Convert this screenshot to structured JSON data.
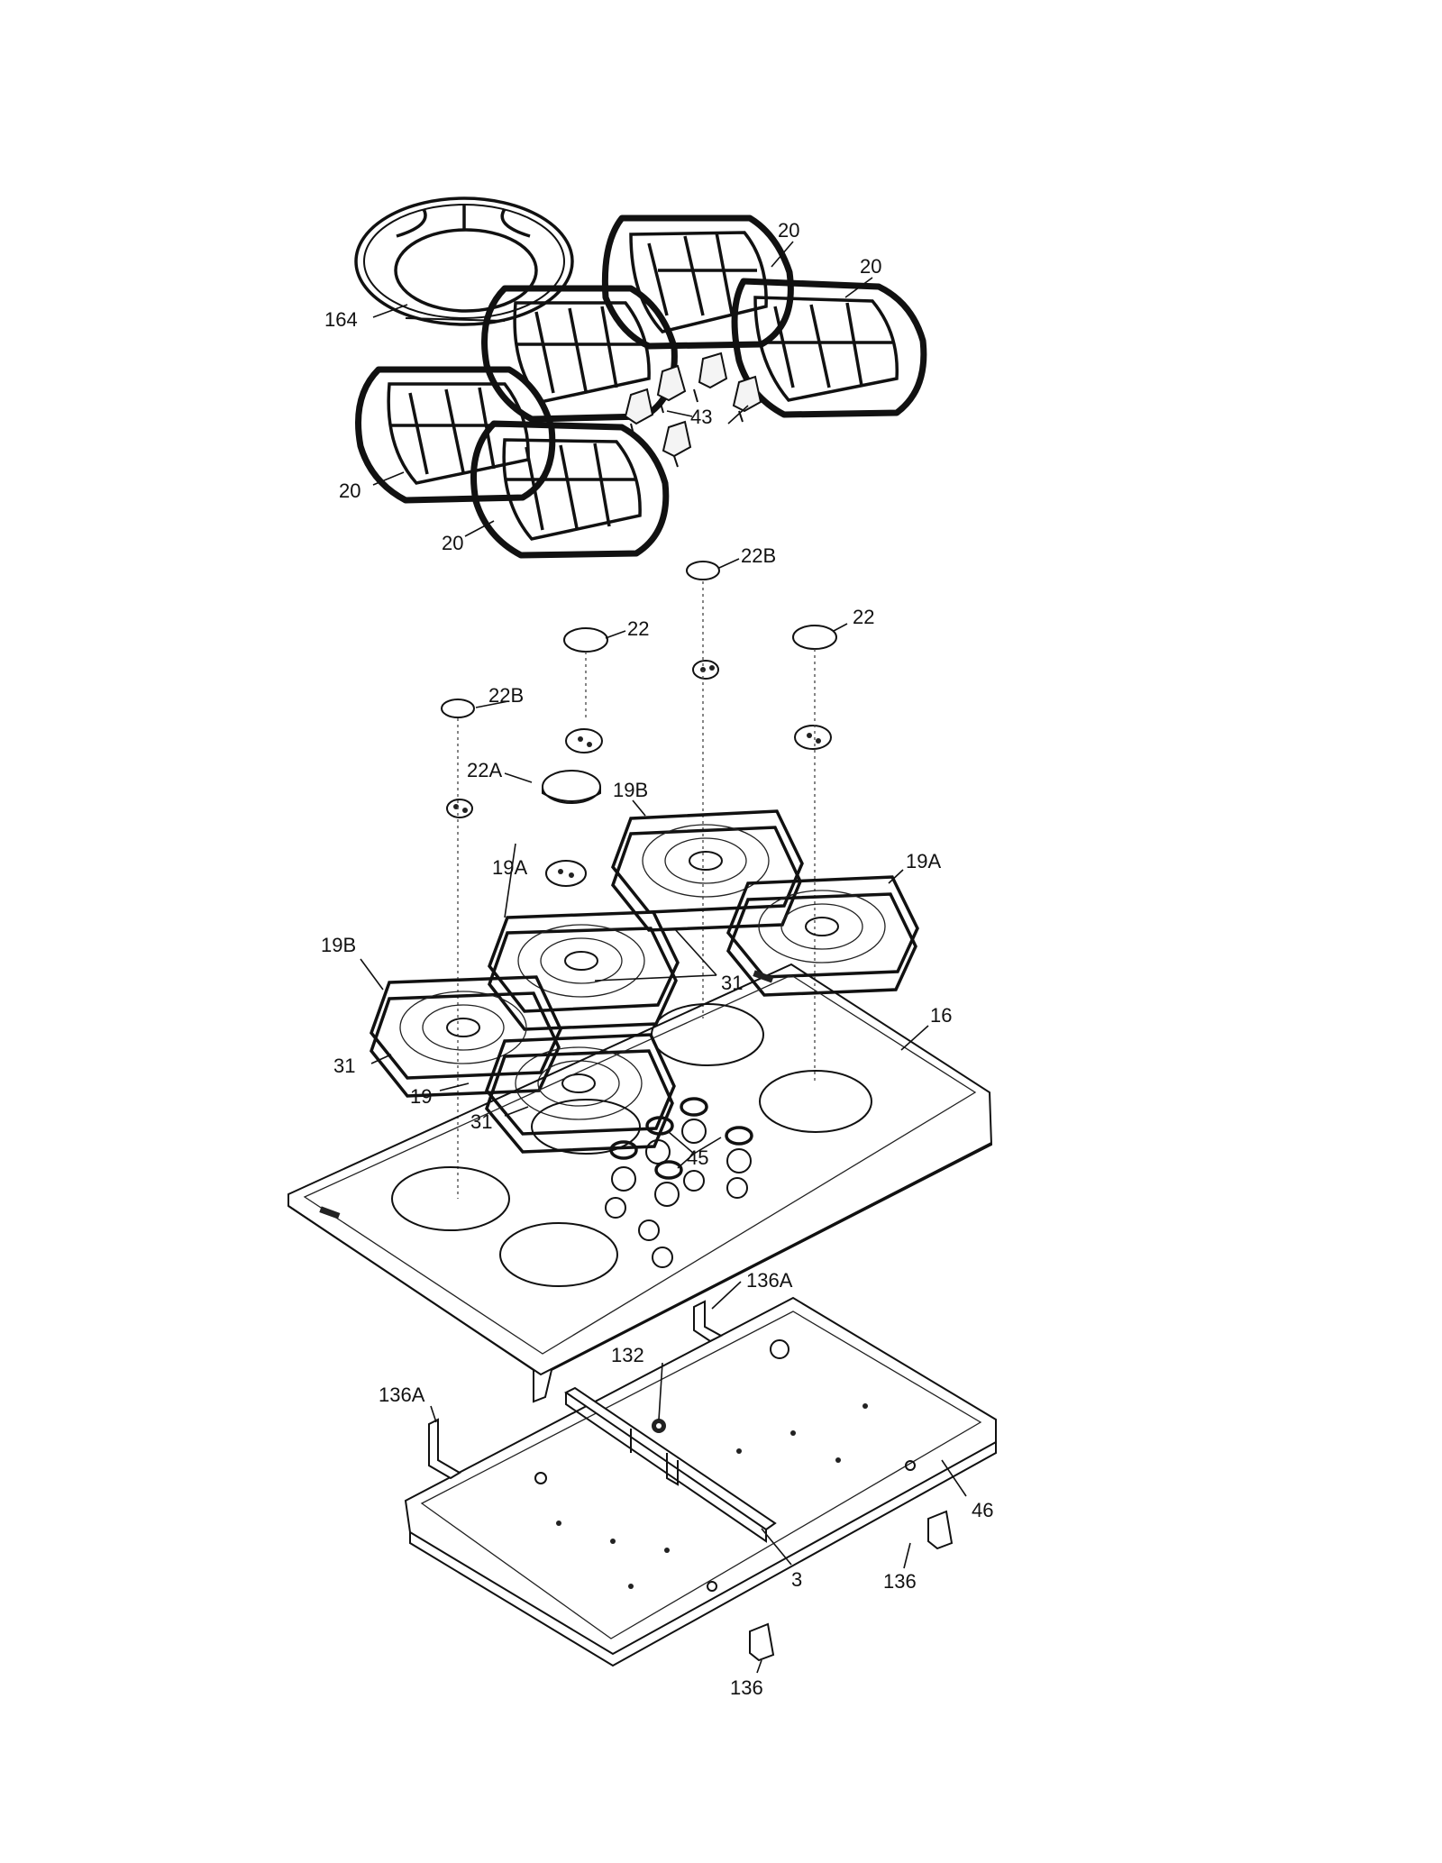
{
  "diagram": {
    "labels": [
      {
        "id": "20a",
        "text": "20"
      },
      {
        "id": "20b",
        "text": "20"
      },
      {
        "id": "20c",
        "text": "20"
      },
      {
        "id": "20d",
        "text": "20"
      },
      {
        "id": "164",
        "text": "164"
      },
      {
        "id": "43",
        "text": "43"
      },
      {
        "id": "22B-top",
        "text": "22B"
      },
      {
        "id": "22-left",
        "text": "22"
      },
      {
        "id": "22-right",
        "text": "22"
      },
      {
        "id": "22B-left",
        "text": "22B"
      },
      {
        "id": "22A",
        "text": "22A"
      },
      {
        "id": "19B-top",
        "text": "19B"
      },
      {
        "id": "19A-right",
        "text": "19A"
      },
      {
        "id": "19A-mid",
        "text": "19A"
      },
      {
        "id": "19B-left",
        "text": "19B"
      },
      {
        "id": "31-mid",
        "text": "31"
      },
      {
        "id": "16",
        "text": "16"
      },
      {
        "id": "31-left",
        "text": "31"
      },
      {
        "id": "19",
        "text": "19"
      },
      {
        "id": "31-bottom",
        "text": "31"
      },
      {
        "id": "45",
        "text": "45"
      },
      {
        "id": "136A-top",
        "text": "136A"
      },
      {
        "id": "132",
        "text": "132"
      },
      {
        "id": "136A-left",
        "text": "136A"
      },
      {
        "id": "46",
        "text": "46"
      },
      {
        "id": "3",
        "text": "3"
      },
      {
        "id": "136-right",
        "text": "136"
      },
      {
        "id": "136-bottom",
        "text": "136"
      }
    ]
  }
}
